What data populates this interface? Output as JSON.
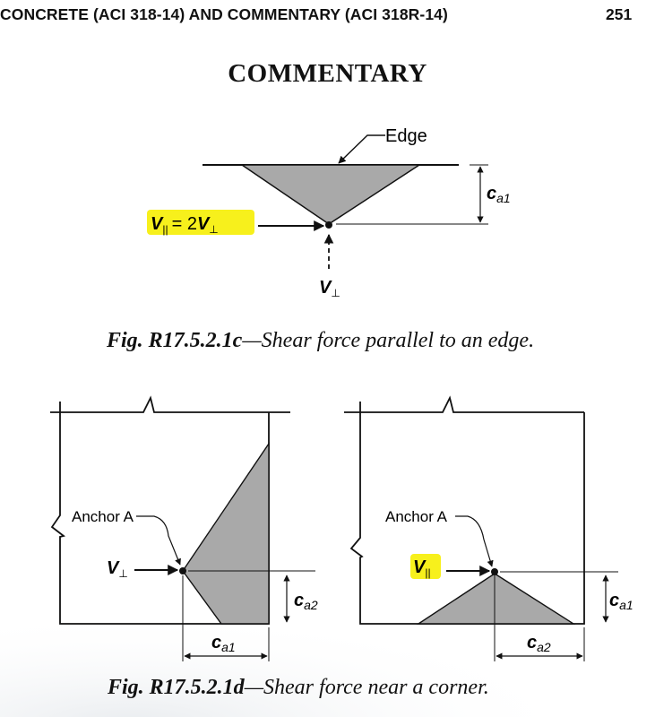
{
  "header": {
    "running_title": "CONCRETE (ACI 318-14) AND COMMENTARY (ACI 318R-14)",
    "page_number": "251"
  },
  "section_heading": "COMMENTARY",
  "figure_c": {
    "edge_label": "Edge",
    "force_parallel": {
      "symbol": "V",
      "sub": "||",
      "eq": "= 2",
      "symbol2": "V",
      "sub2": "⊥"
    },
    "force_perp": {
      "symbol": "V",
      "sub": "⊥"
    },
    "dim_label": {
      "symbol": "c",
      "sub": "a1"
    },
    "caption_number": "Fig. R17.5.2.1c",
    "caption_text": "—Shear force parallel to an edge."
  },
  "figure_d": {
    "left": {
      "anchor_label": "Anchor A",
      "force": {
        "symbol": "V",
        "sub": "⊥"
      },
      "dim_vertical": {
        "symbol": "c",
        "sub": "a2"
      },
      "dim_horizontal": {
        "symbol": "c",
        "sub": "a1"
      }
    },
    "right": {
      "anchor_label": "Anchor A",
      "force": {
        "symbol": "V",
        "sub": "||"
      },
      "dim_vertical": {
        "symbol": "c",
        "sub": "a1"
      },
      "dim_horizontal": {
        "symbol": "c",
        "sub": "a2"
      }
    },
    "caption_number": "Fig. R17.5.2.1d",
    "caption_text": "—Shear force near a corner."
  },
  "colors": {
    "highlight": "#f7f01c",
    "breakout_fill": "#a9a9a9",
    "ink": "#111111"
  }
}
